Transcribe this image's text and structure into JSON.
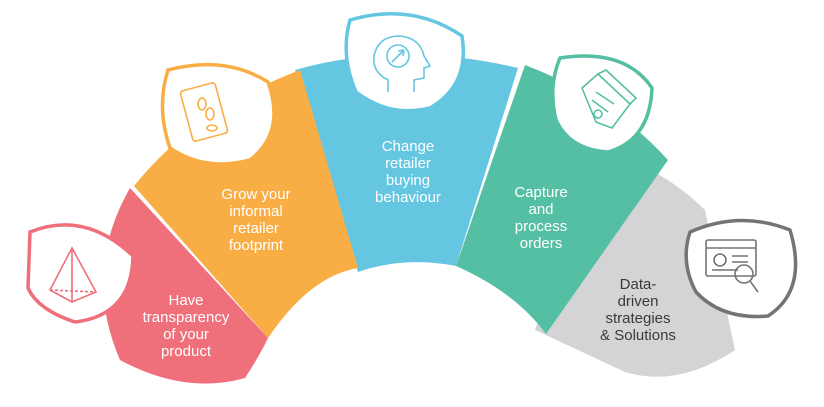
{
  "segments": [
    {
      "id": "transparency",
      "label": "Have\ntransparency\nof your\nproduct",
      "color": "#EF6F7A",
      "icon": "pyramid-icon"
    },
    {
      "id": "footprint",
      "label": "Grow your\ninformal\nretailer\nfootprint",
      "color": "#F9AE45",
      "icon": "footprint-tablet-icon"
    },
    {
      "id": "behaviour",
      "label": "Change\nretailer\nbuying\nbehaviour",
      "color": "#64C6E1",
      "icon": "mind-compass-icon"
    },
    {
      "id": "orders",
      "label": "Capture\nand\nprocess\norders",
      "color": "#55BFA3",
      "icon": "receipt-icon"
    },
    {
      "id": "data",
      "label": "Data-\ndriven\nstrategies\n& Solutions",
      "color": "#D4D4D6",
      "icon": "data-search-icon"
    }
  ]
}
